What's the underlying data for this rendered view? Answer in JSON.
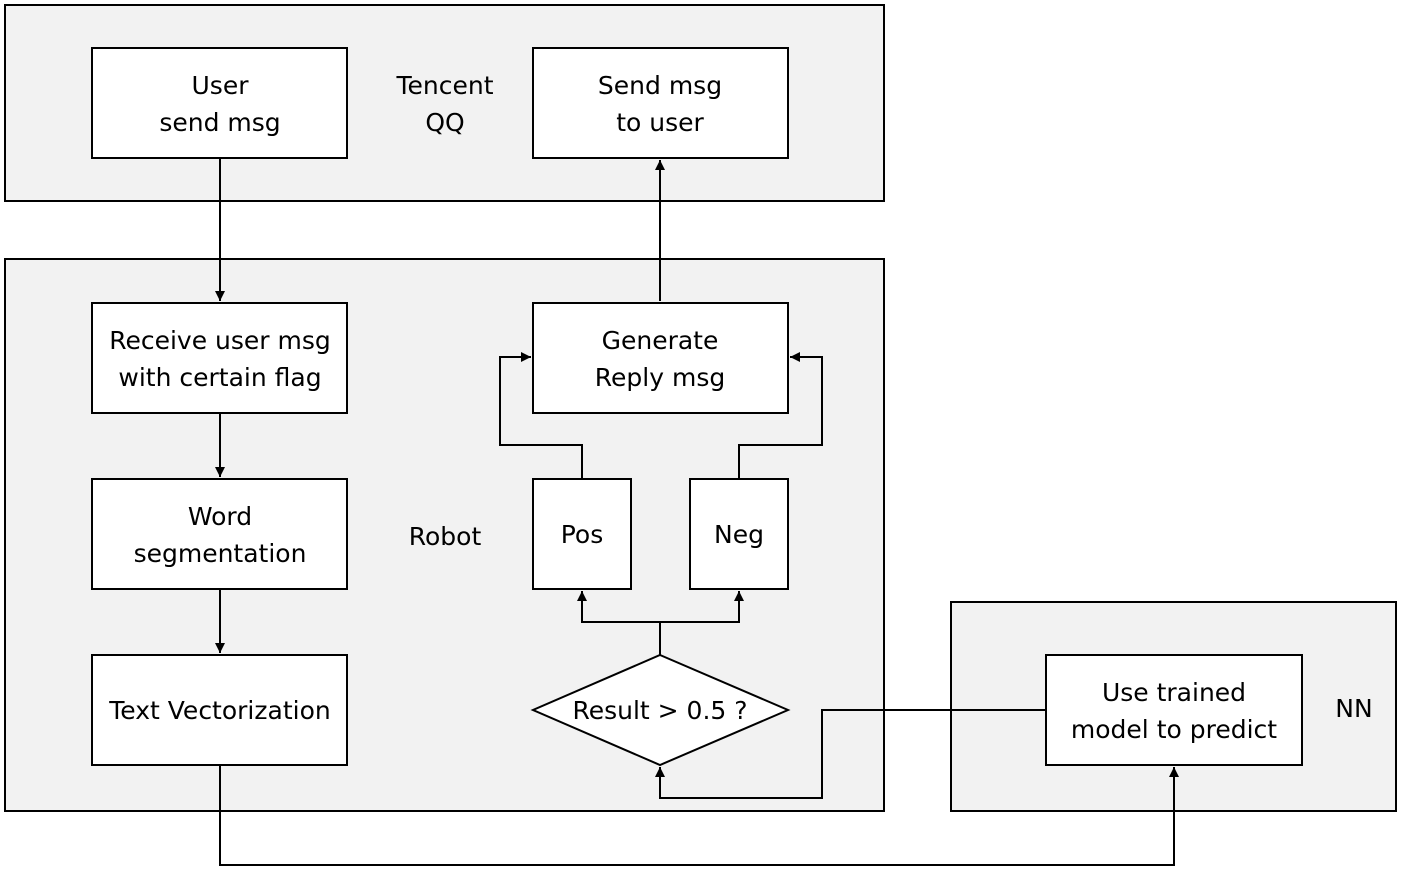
{
  "groups": {
    "tencent_qq": {
      "label_line1": "Tencent",
      "label_line2": "QQ"
    },
    "robot": {
      "label": "Robot"
    },
    "nn": {
      "label": "NN"
    }
  },
  "nodes": {
    "user_send": {
      "line1": "User",
      "line2": "send msg"
    },
    "send_to_user": {
      "line1": "Send msg",
      "line2": "to user"
    },
    "receive_msg": {
      "line1": "Receive user msg",
      "line2": "with certain flag"
    },
    "word_seg": {
      "line1": "Word",
      "line2": "segmentation"
    },
    "text_vec": {
      "line1": "Text Vectorization"
    },
    "generate_reply": {
      "line1": "Generate",
      "line2": "Reply msg"
    },
    "pos": {
      "line1": "Pos"
    },
    "neg": {
      "line1": "Neg"
    },
    "decision": {
      "line1": "Result > 0.5 ?"
    },
    "predict": {
      "line1": "Use trained",
      "line2": "model to predict"
    }
  },
  "colors": {
    "group_fill": "#f2f2f2",
    "node_fill": "#ffffff",
    "stroke": "#000000"
  }
}
